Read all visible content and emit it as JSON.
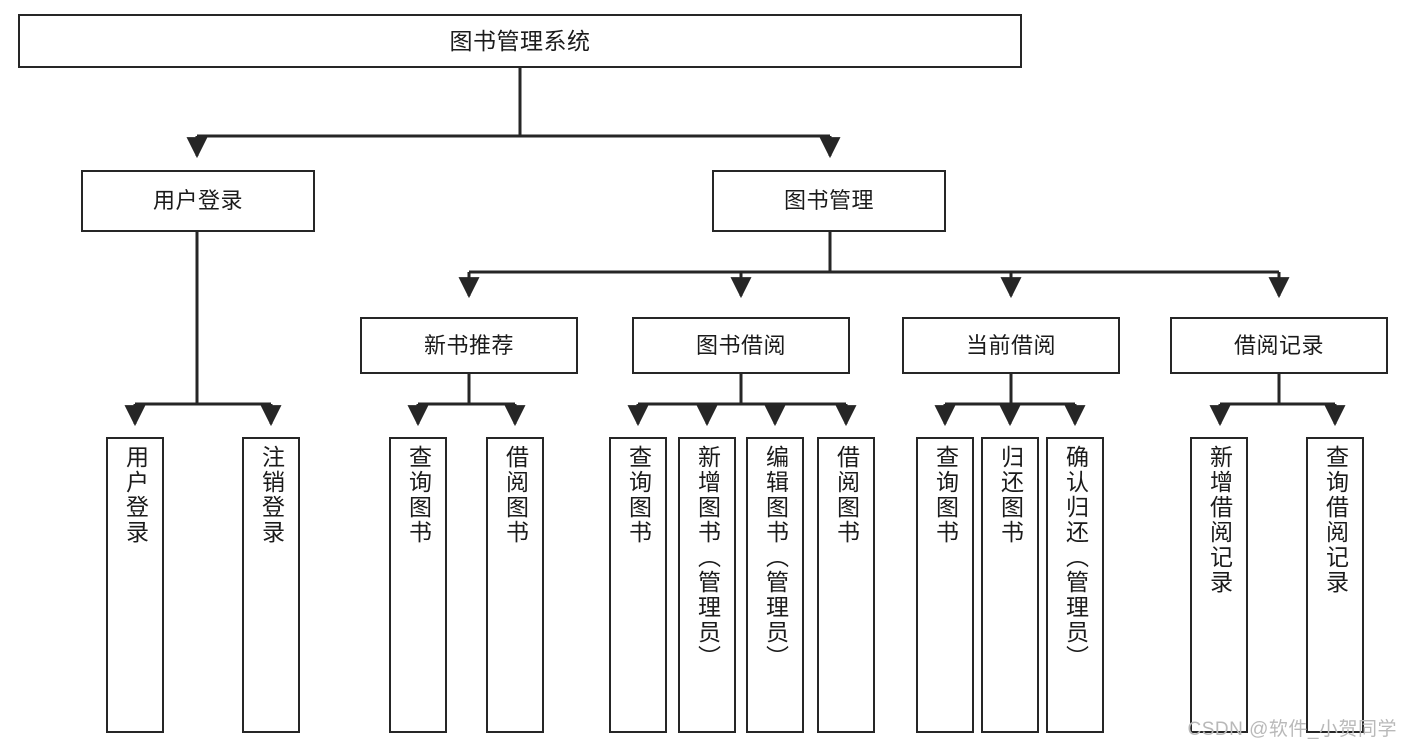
{
  "diagram": {
    "type": "tree-hierarchy",
    "title": "图书管理系统",
    "orientation": "top-down",
    "colors": {
      "box_border": "#262626",
      "box_fill": "#ffffff",
      "edge": "#262626",
      "text": "#1b1b1b",
      "watermark": "#b9b9b9"
    },
    "watermark": "CSDN @软件_小贺同学",
    "nodes": {
      "root": {
        "label": "图书管理系统"
      },
      "level2": [
        {
          "id": "user-login",
          "label": "用户登录"
        },
        {
          "id": "book-management",
          "label": "图书管理"
        }
      ],
      "level3": [
        {
          "id": "new-book-recommend",
          "label": "新书推荐"
        },
        {
          "id": "book-borrow",
          "label": "图书借阅"
        },
        {
          "id": "current-borrow",
          "label": "当前借阅"
        },
        {
          "id": "borrow-record",
          "label": "借阅记录"
        }
      ],
      "leaves": {
        "user-login": [
          {
            "id": "leaf-user-login",
            "label": "用户登录"
          },
          {
            "id": "leaf-logout-login",
            "label": "注销登录"
          }
        ],
        "new-book-recommend": [
          {
            "id": "leaf-query-book-1",
            "label": "查询图书"
          },
          {
            "id": "leaf-borrow-book-1",
            "label": "借阅图书"
          }
        ],
        "book-borrow": [
          {
            "id": "leaf-query-book-2",
            "label": "查询图书"
          },
          {
            "id": "leaf-add-book",
            "label": "新增图书（管理员）"
          },
          {
            "id": "leaf-edit-book",
            "label": "编辑图书（管理员）"
          },
          {
            "id": "leaf-borrow-book-2",
            "label": "借阅图书"
          }
        ],
        "current-borrow": [
          {
            "id": "leaf-query-book-3",
            "label": "查询图书"
          },
          {
            "id": "leaf-return-book",
            "label": "归还图书"
          },
          {
            "id": "leaf-confirm-return",
            "label": "确认归还（管理员）"
          }
        ],
        "borrow-record": [
          {
            "id": "leaf-add-record",
            "label": "新增借阅记录"
          },
          {
            "id": "leaf-query-record",
            "label": "查询借阅记录"
          }
        ]
      }
    }
  }
}
